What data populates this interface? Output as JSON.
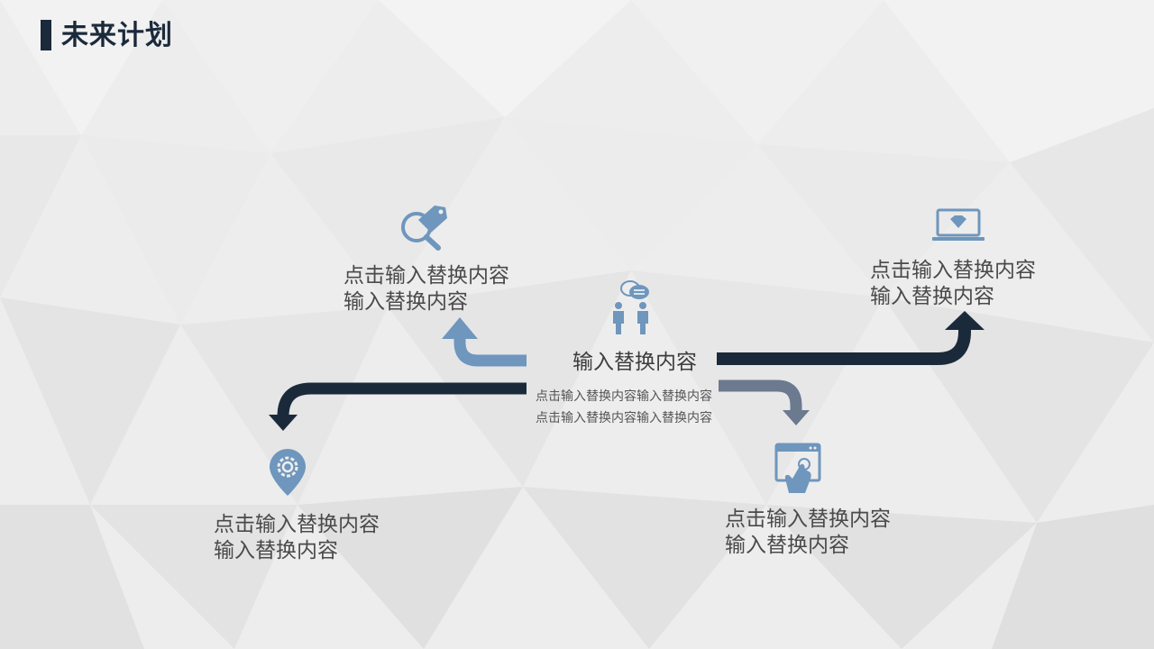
{
  "title": "未来计划",
  "center": {
    "heading": "输入替换内容",
    "description": "点击输入替换内容输入替换内容点击输入替换内容输入替换内容"
  },
  "nodes": {
    "top_left": {
      "line1": "点击输入替换内容",
      "line2": "输入替换内容",
      "icon": "magnifier-tag-icon"
    },
    "top_right": {
      "line1": "点击输入替换内容",
      "line2": "输入替换内容",
      "icon": "laptop-diamond-icon"
    },
    "bottom_left": {
      "line1": "点击输入替换内容",
      "line2": "输入替换内容",
      "icon": "location-gear-icon"
    },
    "bottom_right": {
      "line1": "点击输入替换内容",
      "line2": "输入替换内容",
      "icon": "browser-click-icon"
    }
  },
  "colors": {
    "dark": "#1b2a3b",
    "blue": "#6f96bd",
    "slate": "#6b7a8f"
  }
}
